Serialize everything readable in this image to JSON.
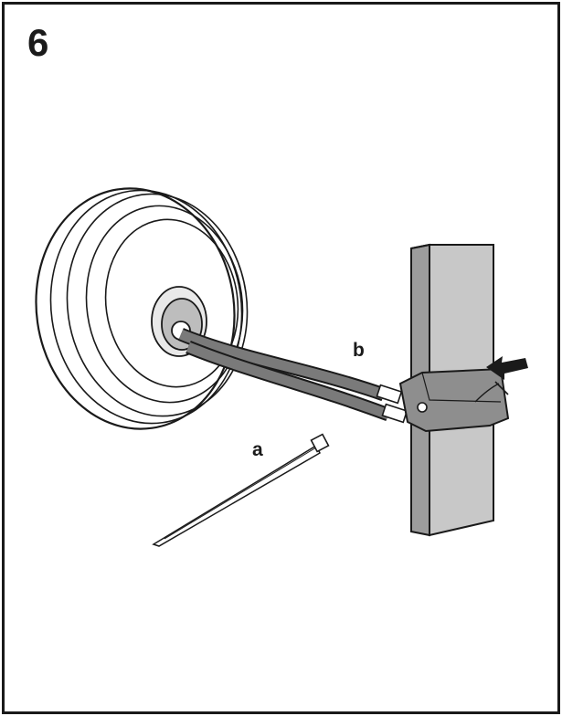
{
  "step": {
    "number": "6"
  },
  "labels": {
    "a": "a",
    "b": "b"
  },
  "colors": {
    "line": "#1a1a1a",
    "post_front": "#c8c8c8",
    "post_side": "#9c9c9c",
    "hose": "#7a7a7a",
    "bracket": "#8e8e8e",
    "rim_shadow": "#e9e9e9"
  },
  "icons": [
    "cable-tie-icon",
    "direction-arrow-icon"
  ]
}
